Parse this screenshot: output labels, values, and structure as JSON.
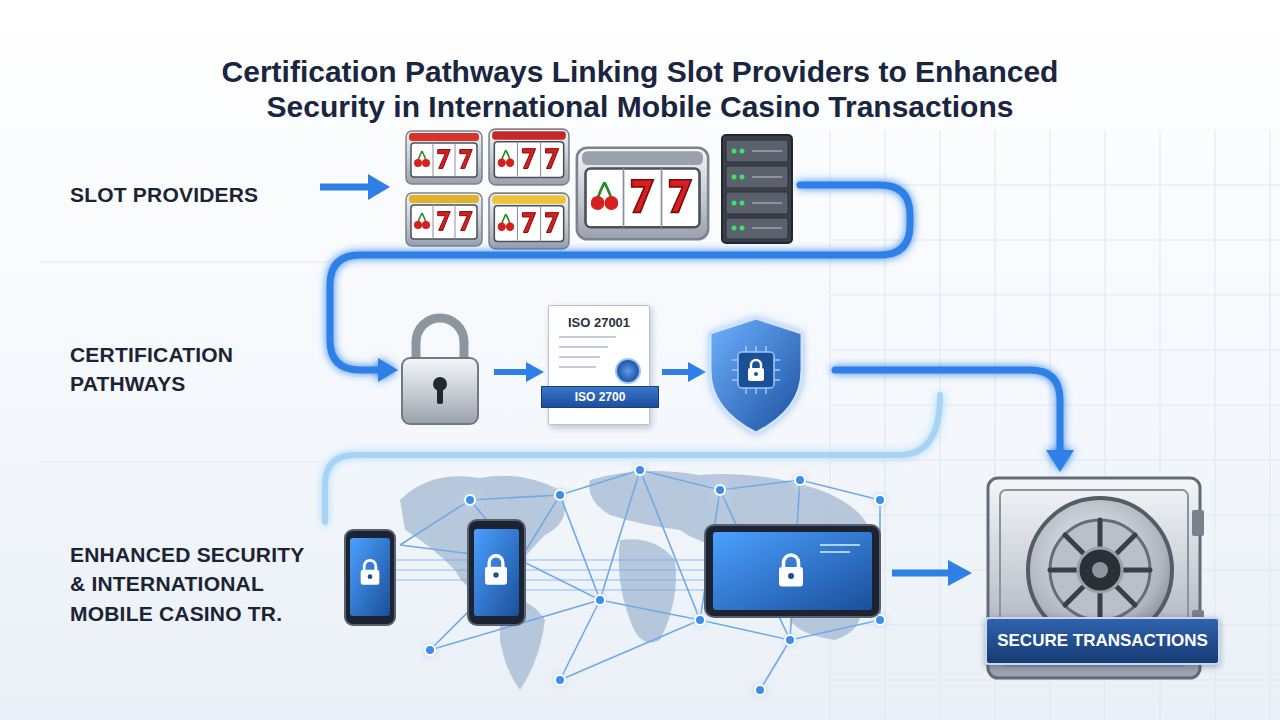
{
  "diagram": {
    "title": "Certification Pathways Linking Slot Providers to Enhanced Security in International Mobile Casino Transactions",
    "nodes": [
      {
        "text": [
          "ISO 27001"
        ]
      },
      {
        "text": [
          "ISO 2700"
        ],
        "in": 0
      },
      {
        "text": [
          "SECURE TRANSACTIONS"
        ]
      }
    ],
    "labels": [
      "SLOT PROVIDERS",
      "CERTIFICATION PATHWAYS",
      "ENHANCED SECURITY & INTERNATIONAL MOBILE CASINO TR."
    ]
  }
}
